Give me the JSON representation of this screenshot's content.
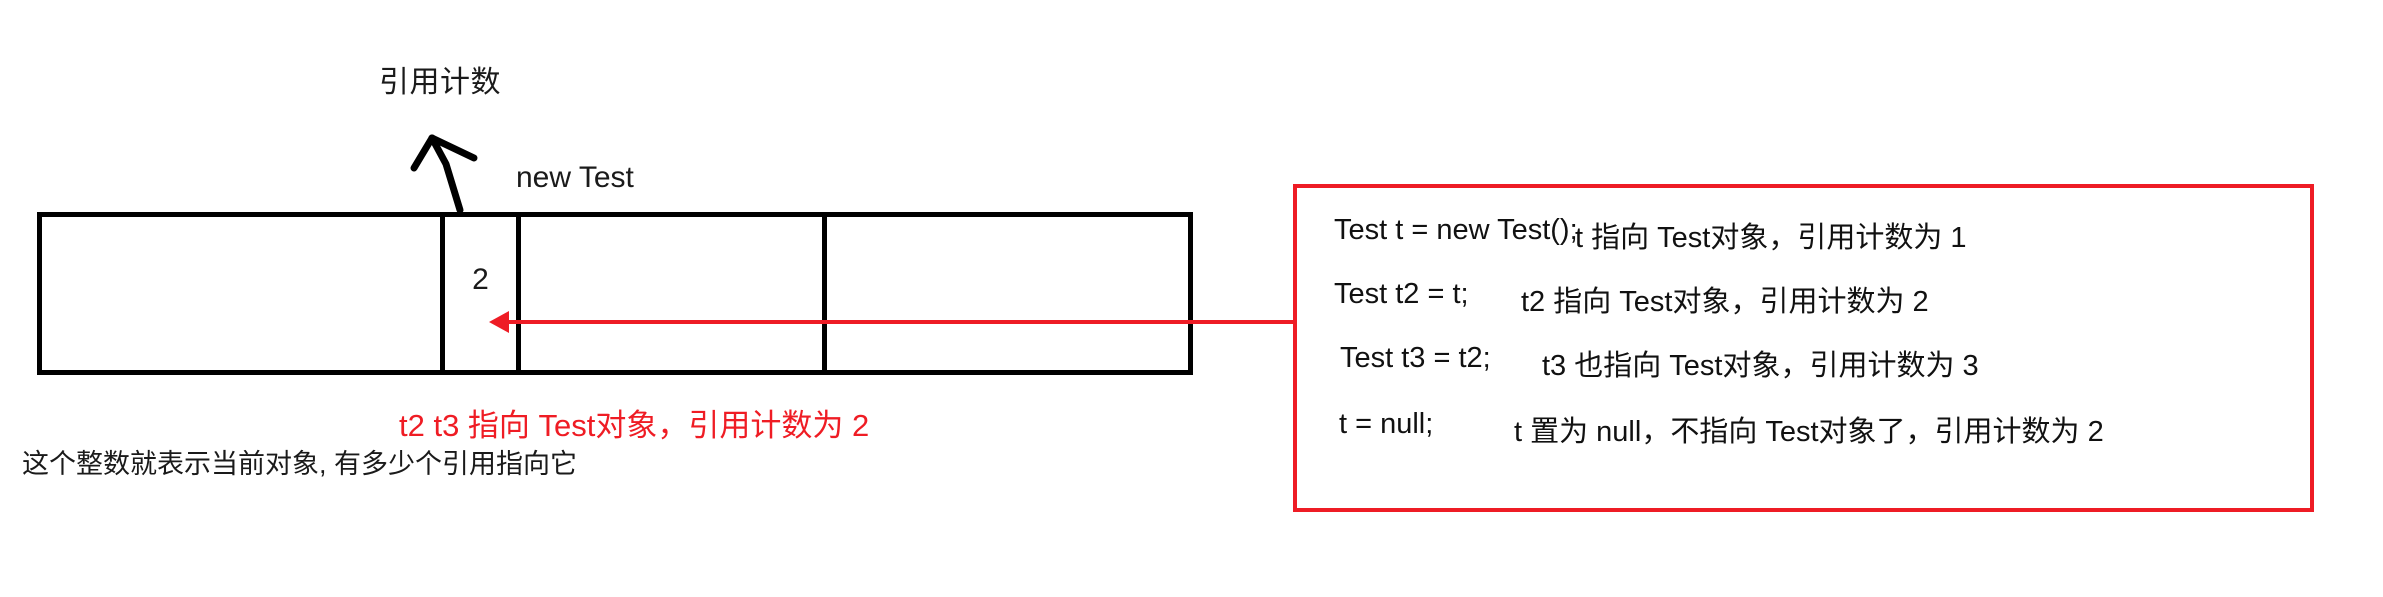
{
  "diagram": {
    "title_label": "引用计数",
    "object_label": "new Test",
    "memory_table": {
      "cells": [
        {
          "name": "stack-region",
          "value": ""
        },
        {
          "name": "refcount-cell",
          "value": "2"
        },
        {
          "name": "object-region-a",
          "value": ""
        },
        {
          "name": "object-region-b",
          "value": ""
        }
      ],
      "refcount_value": "2"
    },
    "red_caption": "t2 t3 指向 Test对象，引用计数为 2",
    "black_caption": "这个整数就表示当前对象, 有多少个引用指向它",
    "code_box": {
      "lines": [
        {
          "statement": "Test t  = new Test();",
          "note": "t 指向 Test对象，引用计数为 1"
        },
        {
          "statement": "Test t2 = t;",
          "note": "t2 指向 Test对象，引用计数为 2"
        },
        {
          "statement": "Test t3 = t2;",
          "note": "t3 也指向 Test对象，引用计数为 3"
        },
        {
          "statement": "t = null;",
          "note": "t 置为 null，不指向 Test对象了，引用计数为 2"
        }
      ]
    },
    "colors": {
      "red": "#ee1c25",
      "black": "#000000",
      "background": "#ffffff"
    }
  }
}
